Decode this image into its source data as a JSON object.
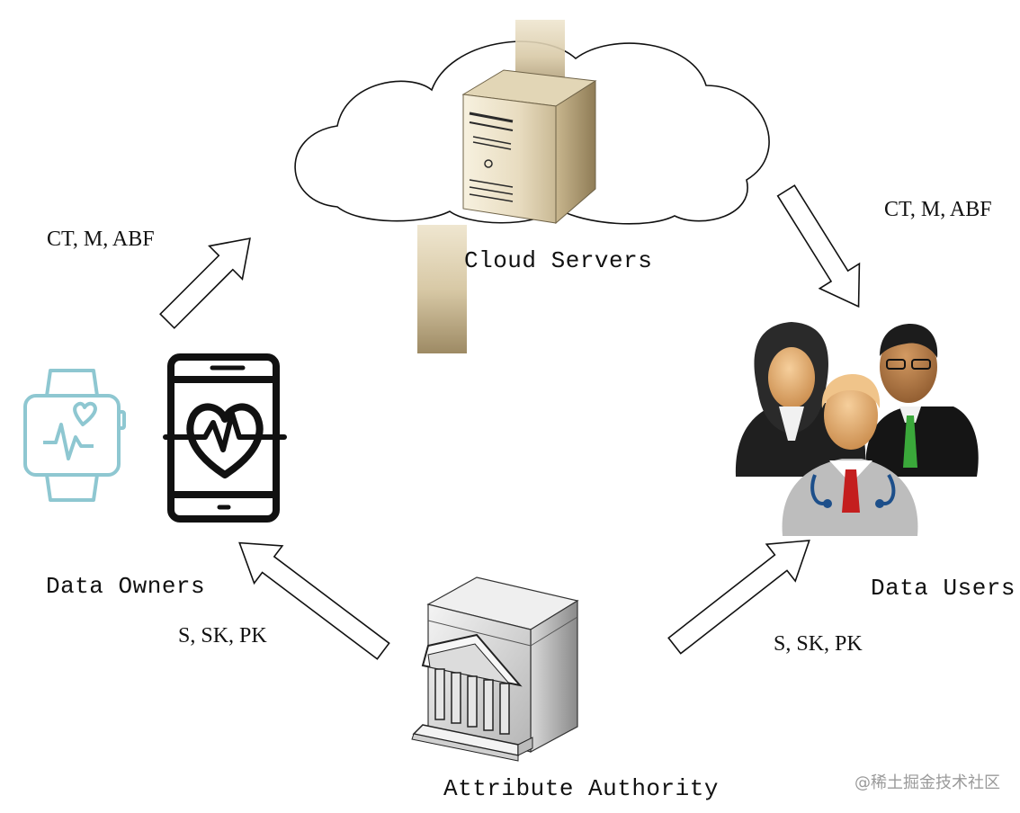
{
  "nodes": {
    "cloud": "Cloud Servers",
    "owners": "Data Owners",
    "users": "Data Users",
    "authority": "Attribute Authority"
  },
  "flows": {
    "owners_to_cloud": "CT, M, ABF",
    "cloud_to_users": "CT, M, ABF",
    "authority_to_owners": "S, SK, PK",
    "authority_to_users": "S, SK, PK"
  },
  "icons": {
    "cloud": "cloud-outline-icon",
    "server": "tower-server-icon",
    "watch": "smartwatch-heart-icon",
    "phone": "smartphone-heartbeat-icon",
    "users": "people-group-icon",
    "authority": "government-building-server-icon",
    "arrow": "outline-block-arrow-icon"
  },
  "watermark": "@稀土掘金技术社区"
}
